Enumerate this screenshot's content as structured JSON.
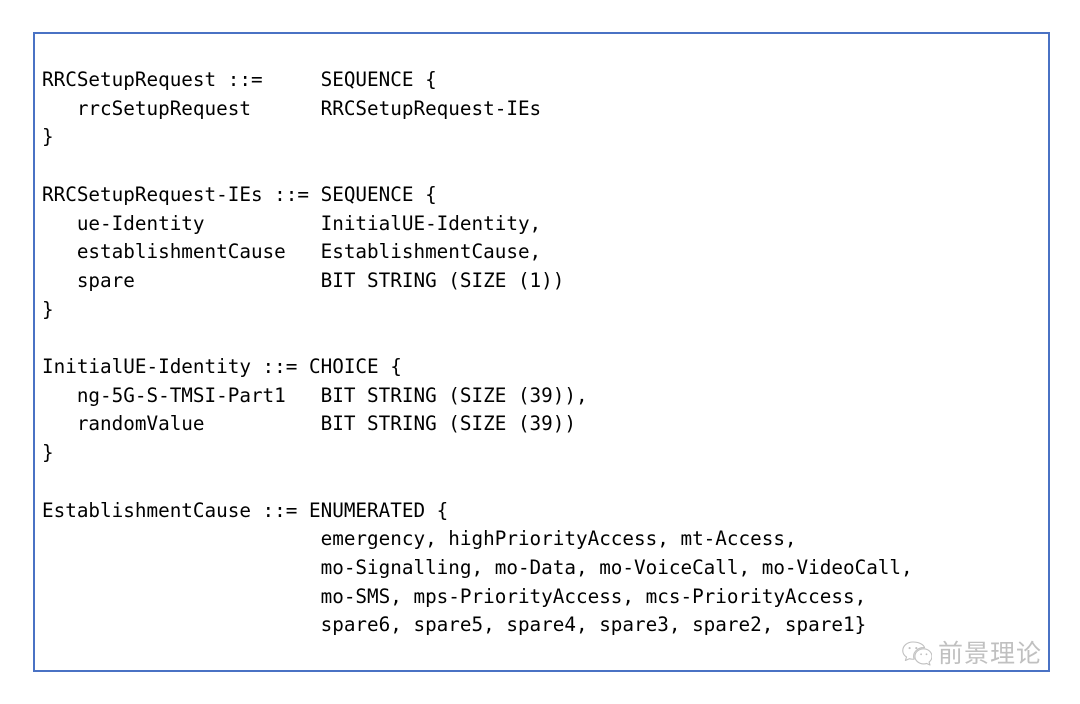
{
  "document": {
    "type": "asn1-specification-snippet",
    "title": "RRCSetupRequest ASN.1 definition",
    "frame": {
      "border_color": "#4a72c4",
      "background_color": "#ffffff",
      "text_color": "#000000"
    }
  },
  "code": {
    "language": "ASN.1",
    "lines": [
      "RRCSetupRequest ::=     SEQUENCE {",
      "   rrcSetupRequest      RRCSetupRequest-IEs",
      "}",
      "",
      "RRCSetupRequest-IEs ::= SEQUENCE {",
      "   ue-Identity          InitialUE-Identity,",
      "   establishmentCause   EstablishmentCause,",
      "   spare                BIT STRING (SIZE (1))",
      "}",
      "",
      "InitialUE-Identity ::= CHOICE {",
      "   ng-5G-S-TMSI-Part1   BIT STRING (SIZE (39)),",
      "   randomValue          BIT STRING (SIZE (39))",
      "}",
      "",
      "EstablishmentCause ::= ENUMERATED {",
      "                        emergency, highPriorityAccess, mt-Access,",
      "                        mo-Signalling, mo-Data, mo-VoiceCall, mo-VideoCall,",
      "                        mo-SMS, mps-PriorityAccess, mcs-PriorityAccess,",
      "                        spare6, spare5, spare4, spare3, spare2, spare1}"
    ]
  },
  "watermark": {
    "icon": "wechat-icon",
    "text": "前景理论",
    "color": "#9a9a9a"
  }
}
